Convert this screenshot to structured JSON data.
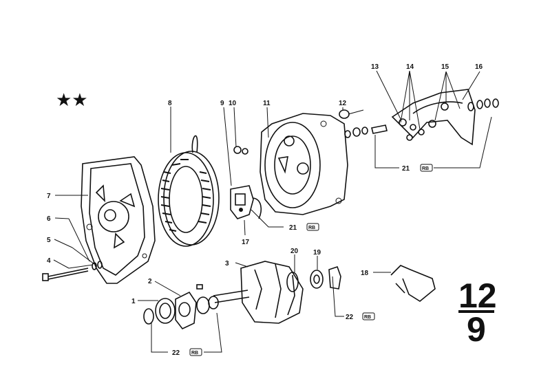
{
  "diagram": {
    "stars": "★★",
    "page_number": {
      "top": "12",
      "bottom": "9"
    },
    "part_labels": [
      "1",
      "2",
      "3",
      "4",
      "5",
      "6",
      "7",
      "8",
      "9",
      "10",
      "11",
      "12",
      "13",
      "14",
      "15",
      "16",
      "17",
      "18",
      "19",
      "20"
    ],
    "callouts": {
      "c21a": {
        "number": "21",
        "badge": "RB"
      },
      "c21b": {
        "number": "21",
        "badge": "RB"
      },
      "c22a": {
        "number": "22",
        "badge": "RB"
      },
      "c22b": {
        "number": "22",
        "badge": "RB"
      }
    }
  }
}
